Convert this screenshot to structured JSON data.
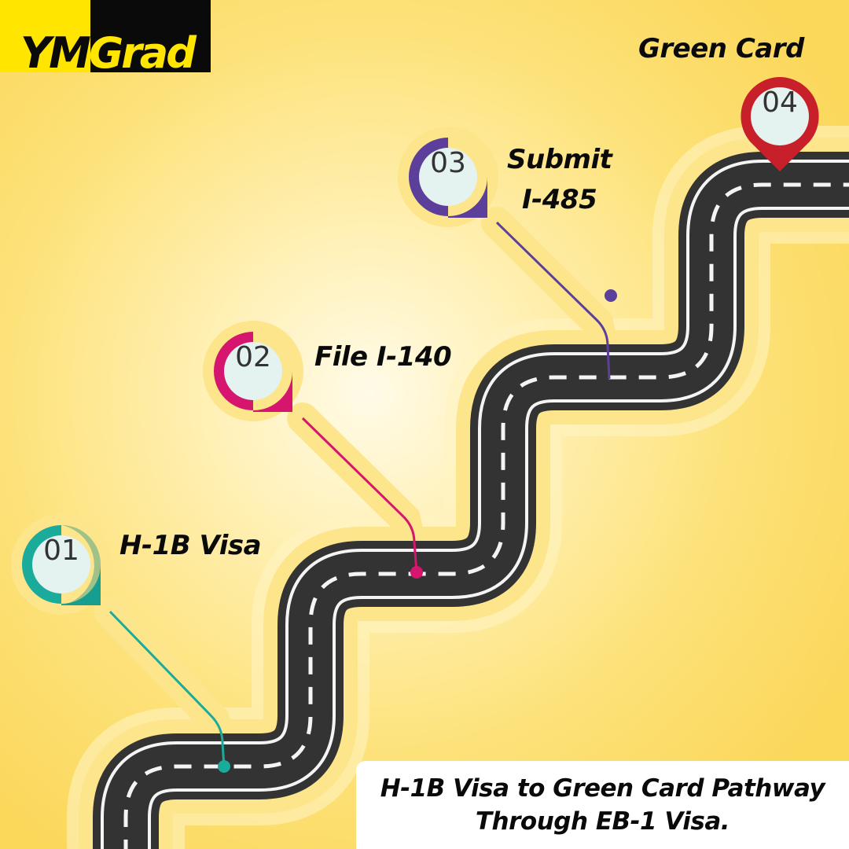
{
  "logo": {
    "part1": "YM",
    "part2": "Grad"
  },
  "steps": [
    {
      "number": "01",
      "label": "H-1B Visa",
      "color": "#1aab9b"
    },
    {
      "number": "02",
      "label": "File I-140",
      "color": "#d6166e"
    },
    {
      "number": "03",
      "label_line1": "Submit",
      "label_line2": "I-485",
      "color": "#5b3f9a"
    },
    {
      "number": "04",
      "label": "Green Card",
      "color": "#c8202a"
    }
  ],
  "caption": {
    "line1": "H-1B Visa to Green Card Pathway",
    "line2": "Through EB-1 Visa."
  }
}
